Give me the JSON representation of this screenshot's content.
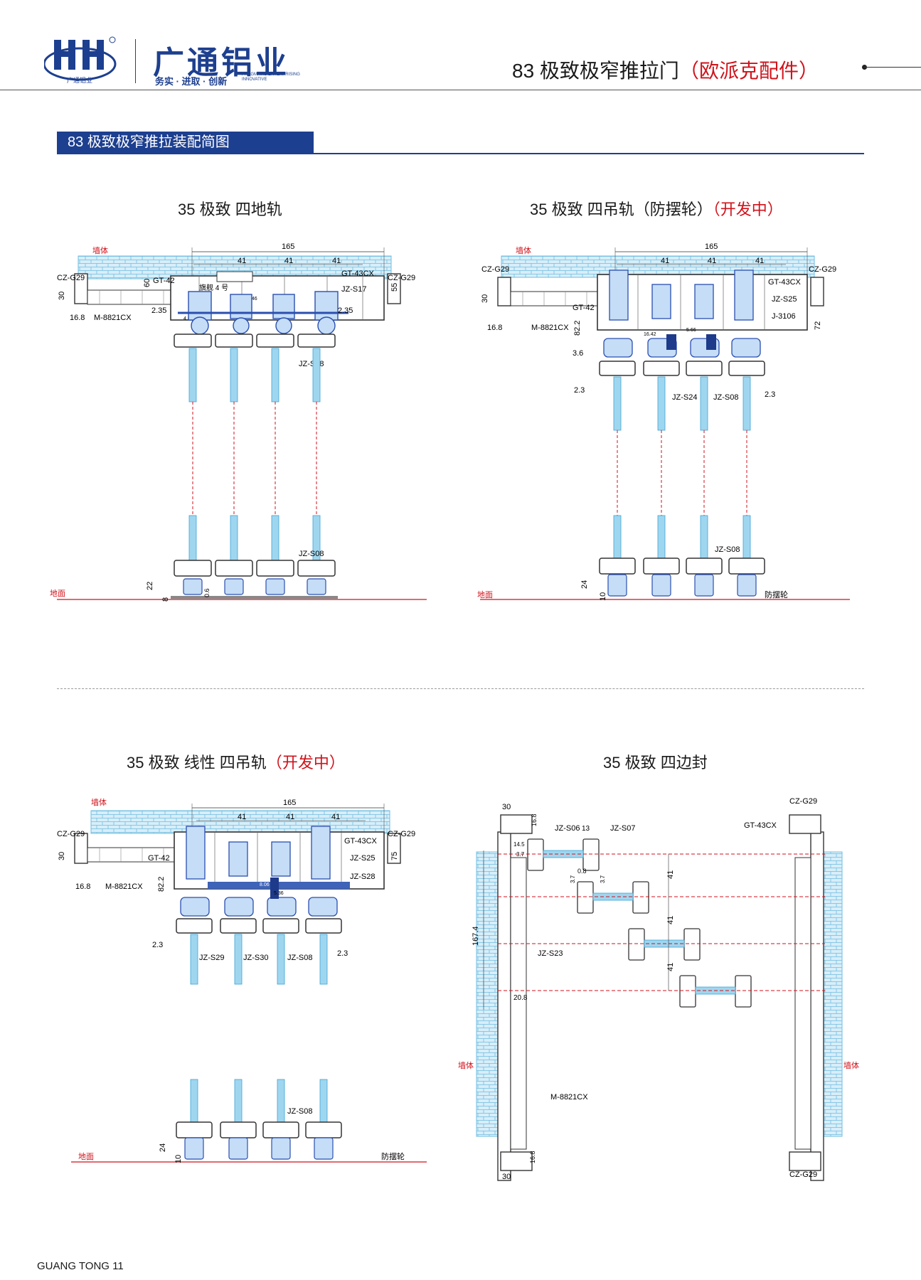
{
  "header": {
    "brand_name": "广通铝业",
    "logo_caption": "广通铝业",
    "slogan": "务实 · 进取 · 创新",
    "slogan_en": "PRAGMATIC ENTERPRISING INNOVATIVE",
    "page_title_main": "83 极致极窄推拉门",
    "page_title_accent": "（欧派克配件）"
  },
  "section": {
    "title": "83 极致极窄推拉装配简图"
  },
  "diagrams": [
    {
      "title_main": "35 极致 四地轨",
      "title_accent": "",
      "labels": {
        "wall": "墙体",
        "cz_left": "CZ-G29",
        "cz_right": "CZ-G29",
        "frame": "M-8821CX",
        "gt42": "GT-42",
        "gt43": "GT-43CX",
        "jzs17": "JZ-S17",
        "jzs08_top": "JZ-S08",
        "jzs08_bottom": "JZ-S08",
        "flagship": "旗舰 4 号",
        "ground": "地面"
      },
      "dims": {
        "total": "165",
        "seg1": "41",
        "seg2": "41",
        "seg3": "41",
        "h30": "30",
        "w168": "16.8",
        "h60": "60",
        "h55": "55",
        "c235l": "2.35",
        "c235r": "2.35",
        "d22": "22",
        "d8": "8",
        "d06": "0.6",
        "d446": "4.46",
        "d485": "4.85"
      }
    },
    {
      "title_main": "35 极致 四吊轨（防摆轮）",
      "title_accent": "（开发中）",
      "labels": {
        "wall": "墙体",
        "cz_left": "CZ-G29",
        "cz_right": "CZ-G29",
        "frame": "M-8821CX",
        "gt42": "GT-42",
        "gt43": "GT-43CX",
        "jzs25": "JZ-S25",
        "j3106": "J-3106",
        "jzs24": "JZ-S24",
        "jzs08_top": "JZ-S08",
        "jzs08_bottom": "JZ-S08",
        "anti_sway": "防摆轮",
        "ground": "地面"
      },
      "dims": {
        "total": "165",
        "seg1": "41",
        "seg2": "41",
        "seg3": "41",
        "h30": "30",
        "w168": "16.8",
        "h822": "82.2",
        "h72": "72",
        "d36": "3.6",
        "d23l": "2.3",
        "d23r": "2.3",
        "d24": "24",
        "d10": "10",
        "d1642": "16.42",
        "d566": "5.66"
      }
    },
    {
      "title_main": "35 极致 线性 四吊轨",
      "title_accent": "（开发中）",
      "labels": {
        "wall": "墙体",
        "cz_left": "CZ-G29",
        "cz_right": "CZ-G29",
        "frame": "M-8821CX",
        "gt42": "GT-42",
        "gt43": "GT-43CX",
        "jzs25": "JZ-S25",
        "jzs28": "JZ-S28",
        "jzs29": "JZ-S29",
        "jzs30": "JZ-S30",
        "jzs08_top": "JZ-S08",
        "jzs08_bottom": "JZ-S08",
        "anti_sway": "防摆轮",
        "ground": "地面"
      },
      "dims": {
        "total": "165",
        "seg1": "41",
        "seg2": "41",
        "seg3": "41",
        "h30": "30",
        "w168": "16.8",
        "h822": "82.2",
        "h75": "75",
        "d23l": "2.3",
        "d23r": "2.3",
        "d24": "24",
        "d10": "10",
        "d536": "5.36",
        "d806": "8.06"
      }
    },
    {
      "title_main": "35 极致 四边封",
      "title_accent": "",
      "labels": {
        "wall_left": "墙体",
        "wall_right": "墙体",
        "cz_top": "CZ-G29",
        "cz_bottom": "CZ-G29",
        "gt43": "GT-43CX",
        "jzs06": "JZ-S06",
        "jzs07": "JZ-S07",
        "jzs23": "JZ-S23",
        "frame": "M-8821CX"
      },
      "dims": {
        "w30_top": "30",
        "w30_bottom": "30",
        "h168_top": "16.8",
        "h168_bottom": "16.8",
        "w13": "13",
        "d145": "14.5",
        "d37a": "3.7",
        "d08": "0.8",
        "d37b": "3.7",
        "d37c": "3.7",
        "s41a": "41",
        "s41b": "41",
        "s41c": "41",
        "h1674": "167.4",
        "d208": "20.8"
      }
    }
  ],
  "footer": {
    "text": "GUANG TONG  11"
  },
  "colors": {
    "brand_blue": "#1d3f8f",
    "accent_red": "#d0121b",
    "glass_blue": "#9fd6ef",
    "hardware_blue": "#2b4fb0"
  }
}
